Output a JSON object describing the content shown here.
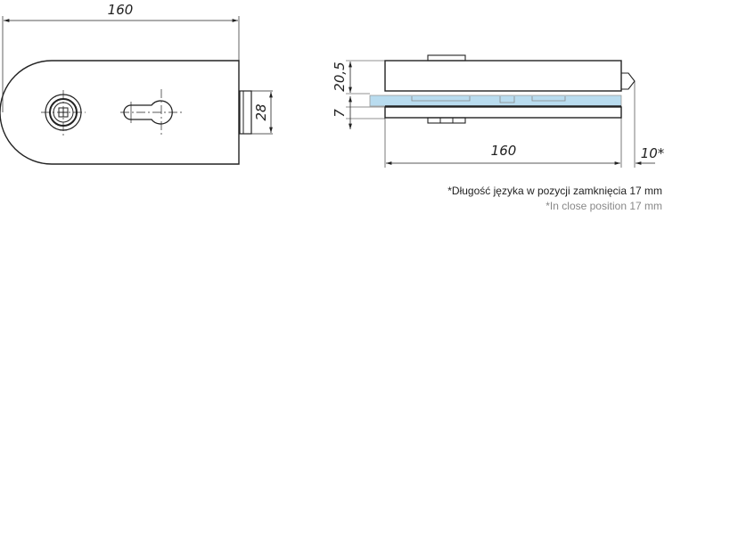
{
  "front_view": {
    "width_dim": "160",
    "latch_dim": "28"
  },
  "side_view": {
    "top_dim": "20,5",
    "glass_dim": "7",
    "length_dim": "160",
    "bolt_dim": "10*"
  },
  "notes": {
    "polish": "*Długość języka w pozycji zamknięcia 17 mm",
    "english": "*In close position 17 mm"
  },
  "colors": {
    "line": "#222222",
    "glass": "#b9dcef"
  }
}
